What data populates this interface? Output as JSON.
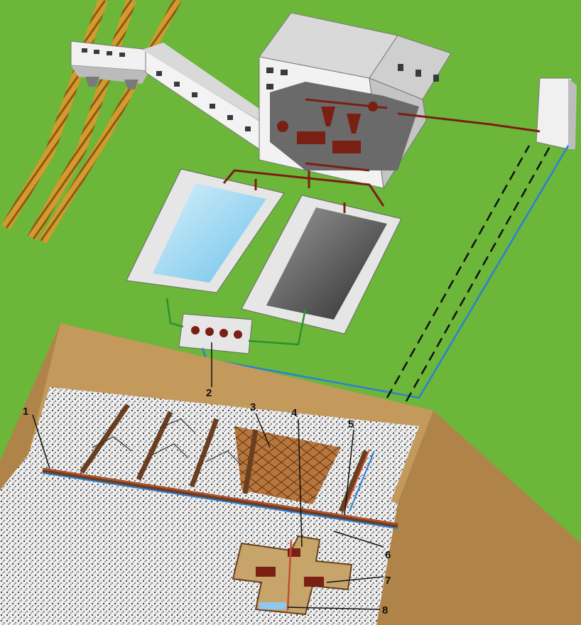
{
  "diagram": {
    "callouts": [
      {
        "id": "1",
        "label": "1"
      },
      {
        "id": "2",
        "label": "2"
      },
      {
        "id": "3",
        "label": "3"
      },
      {
        "id": "4",
        "label": "4"
      },
      {
        "id": "5",
        "label": "5"
      },
      {
        "id": "6",
        "label": "6"
      },
      {
        "id": "7",
        "label": "7"
      },
      {
        "id": "8",
        "label": "8"
      }
    ],
    "colors": {
      "ground_grass": "#6cb63a",
      "soil": "#b08448",
      "rail": "#d49a2c",
      "building": "#e8e8e8",
      "water_return": "#2c7fd6",
      "slurry_pipe": "#7a1f14",
      "drain_line": "#2f8f2f"
    }
  }
}
